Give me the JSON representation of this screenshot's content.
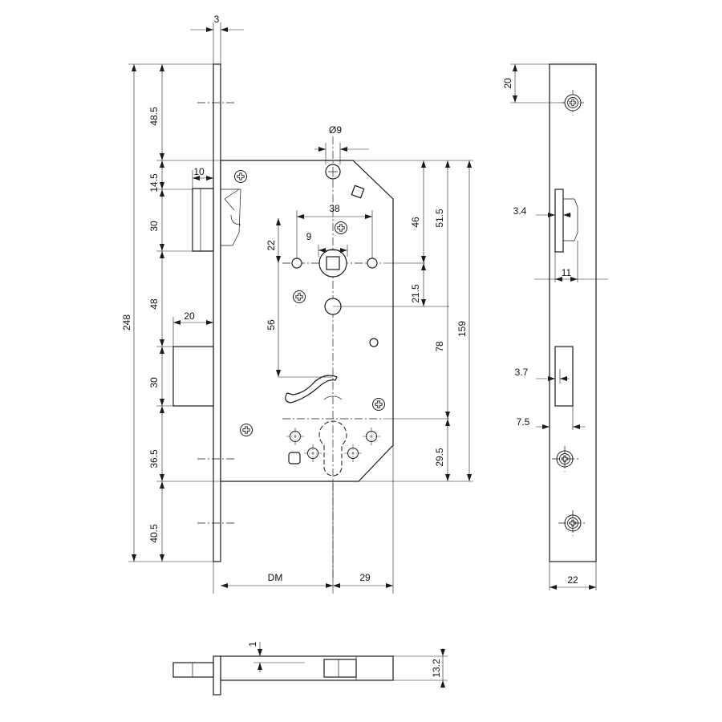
{
  "front_view": {
    "dims": {
      "faceplate_thickness": "3",
      "top_to_latch": "48.5",
      "follower_bore_dia": "Ø9",
      "latch_offset": "10",
      "latch_zone": "14.5",
      "latch_height": "30",
      "hole_spacing": "38",
      "spindle_to_holes": "22",
      "small_spacing": "9",
      "spindle_to_top_right": "46",
      "top_right_to_body": "51.5",
      "between_latch_bolt": "48",
      "bolt_projection": "20",
      "spindle_to_cylinder": "56",
      "lower_hole_offset": "21.5",
      "total_height": "248",
      "bolt_height": "30",
      "hole_to_cylinder": "78",
      "body_height": "159",
      "bolt_to_bottom": "36.5",
      "cylinder_to_bottom": "29.5",
      "bottom_to_end": "40.5",
      "backset": "DM",
      "cylinder_to_back": "29"
    }
  },
  "side_view": {
    "dims": {
      "top_hole": "20",
      "latch_projection": "3.4",
      "latch_depth": "11",
      "bolt_projection": "3.7",
      "bolt_offset": "7.5",
      "plate_width": "22"
    }
  },
  "bottom_view": {
    "dims": {
      "step": "1",
      "body_thickness": "13.2"
    }
  }
}
